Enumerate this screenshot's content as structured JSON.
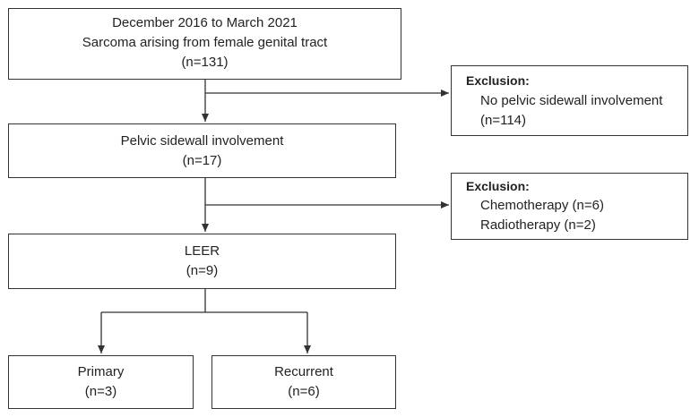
{
  "flowchart": {
    "start": {
      "line1": "December 2016 to March 2021",
      "line2": "Sarcoma arising from female genital tract",
      "line3": "(n=131)"
    },
    "exclusion1": {
      "title": "Exclusion:",
      "line1": "No pelvic sidewall involvement",
      "line2": "(n=114)"
    },
    "pelvic": {
      "line1": "Pelvic sidewall involvement",
      "line2": "(n=17)"
    },
    "exclusion2": {
      "title": "Exclusion:",
      "line1": "Chemotherapy (n=6)",
      "line2": "Radiotherapy (n=2)"
    },
    "leer": {
      "line1": "LEER",
      "line2": "(n=9)"
    },
    "primary": {
      "line1": "Primary",
      "line2": "(n=3)"
    },
    "recurrent": {
      "line1": "Recurrent",
      "line2": "(n=6)"
    }
  }
}
